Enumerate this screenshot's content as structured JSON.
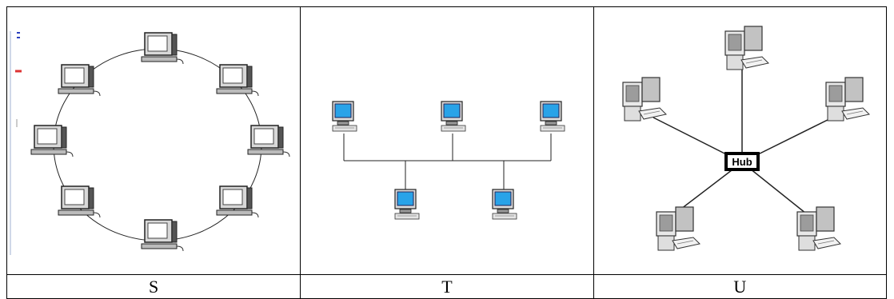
{
  "captions": [
    "S",
    "T",
    "U"
  ],
  "hub_label": "Hub"
}
